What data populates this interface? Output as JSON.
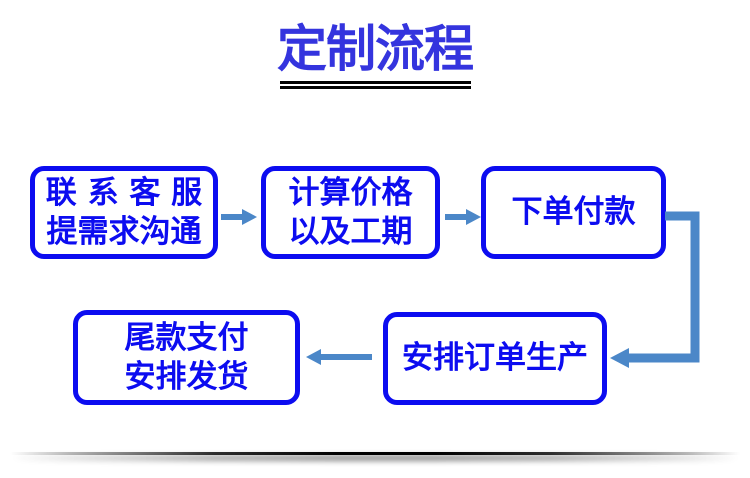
{
  "title": {
    "text": "定制流程"
  },
  "steps": [
    {
      "line1": "联 系 客 服",
      "line2": "提需求沟通"
    },
    {
      "line1": "计算价格",
      "line2": "以及工期"
    },
    {
      "line1": "下单付款"
    },
    {
      "line1": "安排订单生产"
    },
    {
      "line1": "尾款支付",
      "line2": "安排发货"
    }
  ],
  "colors": {
    "box-border": "#0c0cf0",
    "box-text": "#0c0cf0",
    "arrow": "#4b87c8",
    "title": "#3434de",
    "underline": "#000000"
  }
}
